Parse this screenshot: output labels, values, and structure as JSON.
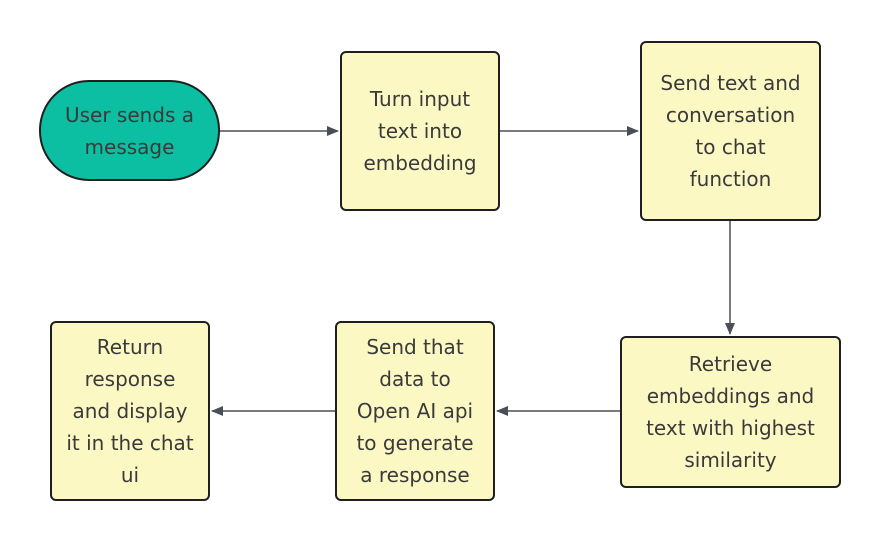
{
  "colors": {
    "process_fill": "#fbf8c4",
    "start_fill": "#0cbfa2",
    "border": "#1f1f1f",
    "arrow": "#4a4f57",
    "text": "#3a3a3a"
  },
  "nodes": {
    "start": {
      "label": "User sends a\nmessage",
      "shape": "rounded-terminal"
    },
    "embed": {
      "label": "Turn input\ntext into\nembedding",
      "shape": "process"
    },
    "send_chat": {
      "label": "Send text and\nconversation\nto chat\nfunction",
      "shape": "process"
    },
    "retrieve": {
      "label": "Retrieve\nembeddings and\ntext with highest\nsimilarity",
      "shape": "process"
    },
    "openai": {
      "label": "Send that\ndata to\nOpen AI api\nto generate\na response",
      "shape": "process"
    },
    "return": {
      "label": "Return\nresponse\nand display\nit in the chat\nui",
      "shape": "process"
    }
  },
  "edges": [
    {
      "from": "start",
      "to": "embed"
    },
    {
      "from": "embed",
      "to": "send_chat"
    },
    {
      "from": "send_chat",
      "to": "retrieve"
    },
    {
      "from": "retrieve",
      "to": "openai"
    },
    {
      "from": "openai",
      "to": "return"
    }
  ]
}
